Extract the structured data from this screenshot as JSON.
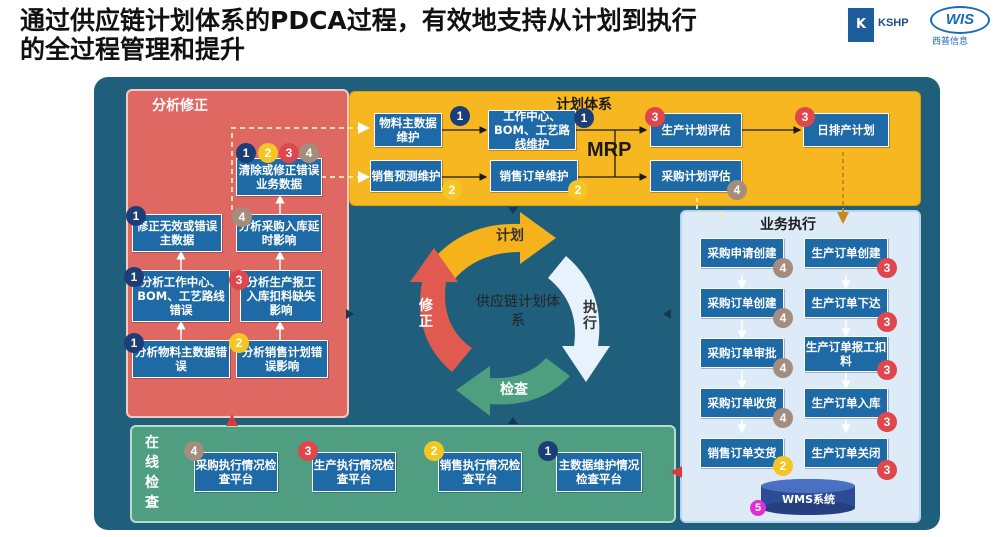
{
  "header": {
    "title_line1": "通过供应链计划体系的PDCA过程，有效地支持从计划到执行",
    "title_line2": "的全过程管理和提升"
  },
  "logos": {
    "kshp_mark": "K",
    "kshp_text": "KSHP",
    "wis_text": "WIS",
    "wis_sub": "西普信息"
  },
  "panels": {
    "analysis": "分析修正",
    "plan": "计划体系",
    "execution": "业务执行",
    "online_check": "在线检查"
  },
  "plan_boxes": {
    "material_master": "物料主数据维护",
    "work_center": "工作中心、BOM、工艺路线维护",
    "production_plan_eval": "生产计划评估",
    "daily_schedule": "日排产计划",
    "sales_forecast": "销售预测维护",
    "sales_order": "销售订单维护",
    "purchase_plan_eval": "采购计划评估",
    "mrp": "MRP"
  },
  "analysis_boxes": {
    "clear_fix": "清除或修正错误业务数据",
    "fix_invalid": "修正无效或错误主数据",
    "analyze_purchase_delay": "分析采购入库延时影响",
    "analyze_workcenter": "分析工作中心、BOM、工艺路线错误",
    "analyze_production_report": "分析生产报工入库扣料缺失影响",
    "analyze_material_master": "分析物料主数据错误",
    "analyze_sales_plan": "分析销售计划错误影响"
  },
  "execution_boxes": {
    "purchase_request": "采购申请创建",
    "production_order_create": "生产订单创建",
    "purchase_order_create": "采购订单创建",
    "production_order_release": "生产订单下达",
    "purchase_order_approve": "采购订单审批",
    "production_report": "生产订单报工扣料",
    "purchase_order_receive": "采购订单收货",
    "production_inbound": "生产订单入库",
    "sales_delivery": "销售订单交货",
    "production_close": "生产订单关闭",
    "wms": "WMS系统"
  },
  "check_boxes": {
    "purchase_exec": "采购执行情况检查平台",
    "production_exec": "生产执行情况检查平台",
    "sales_exec": "销售执行情况检查平台",
    "master_data": "主数据维护情况检查平台"
  },
  "cycle": {
    "center": "供应链计划体系",
    "plan": "计划",
    "execute": "执行",
    "check": "检查",
    "correct": "修正"
  },
  "badges": {
    "n1": "1",
    "n2": "2",
    "n3": "3",
    "n4": "4",
    "n5": "5"
  },
  "colors": {
    "frame": "#1f5f7c",
    "analysis_panel": "#e06863",
    "plan_panel": "#f6b720",
    "execution_panel": "#ddeaf7",
    "check_panel": "#4f9e81",
    "box": "#1e6aa6"
  }
}
